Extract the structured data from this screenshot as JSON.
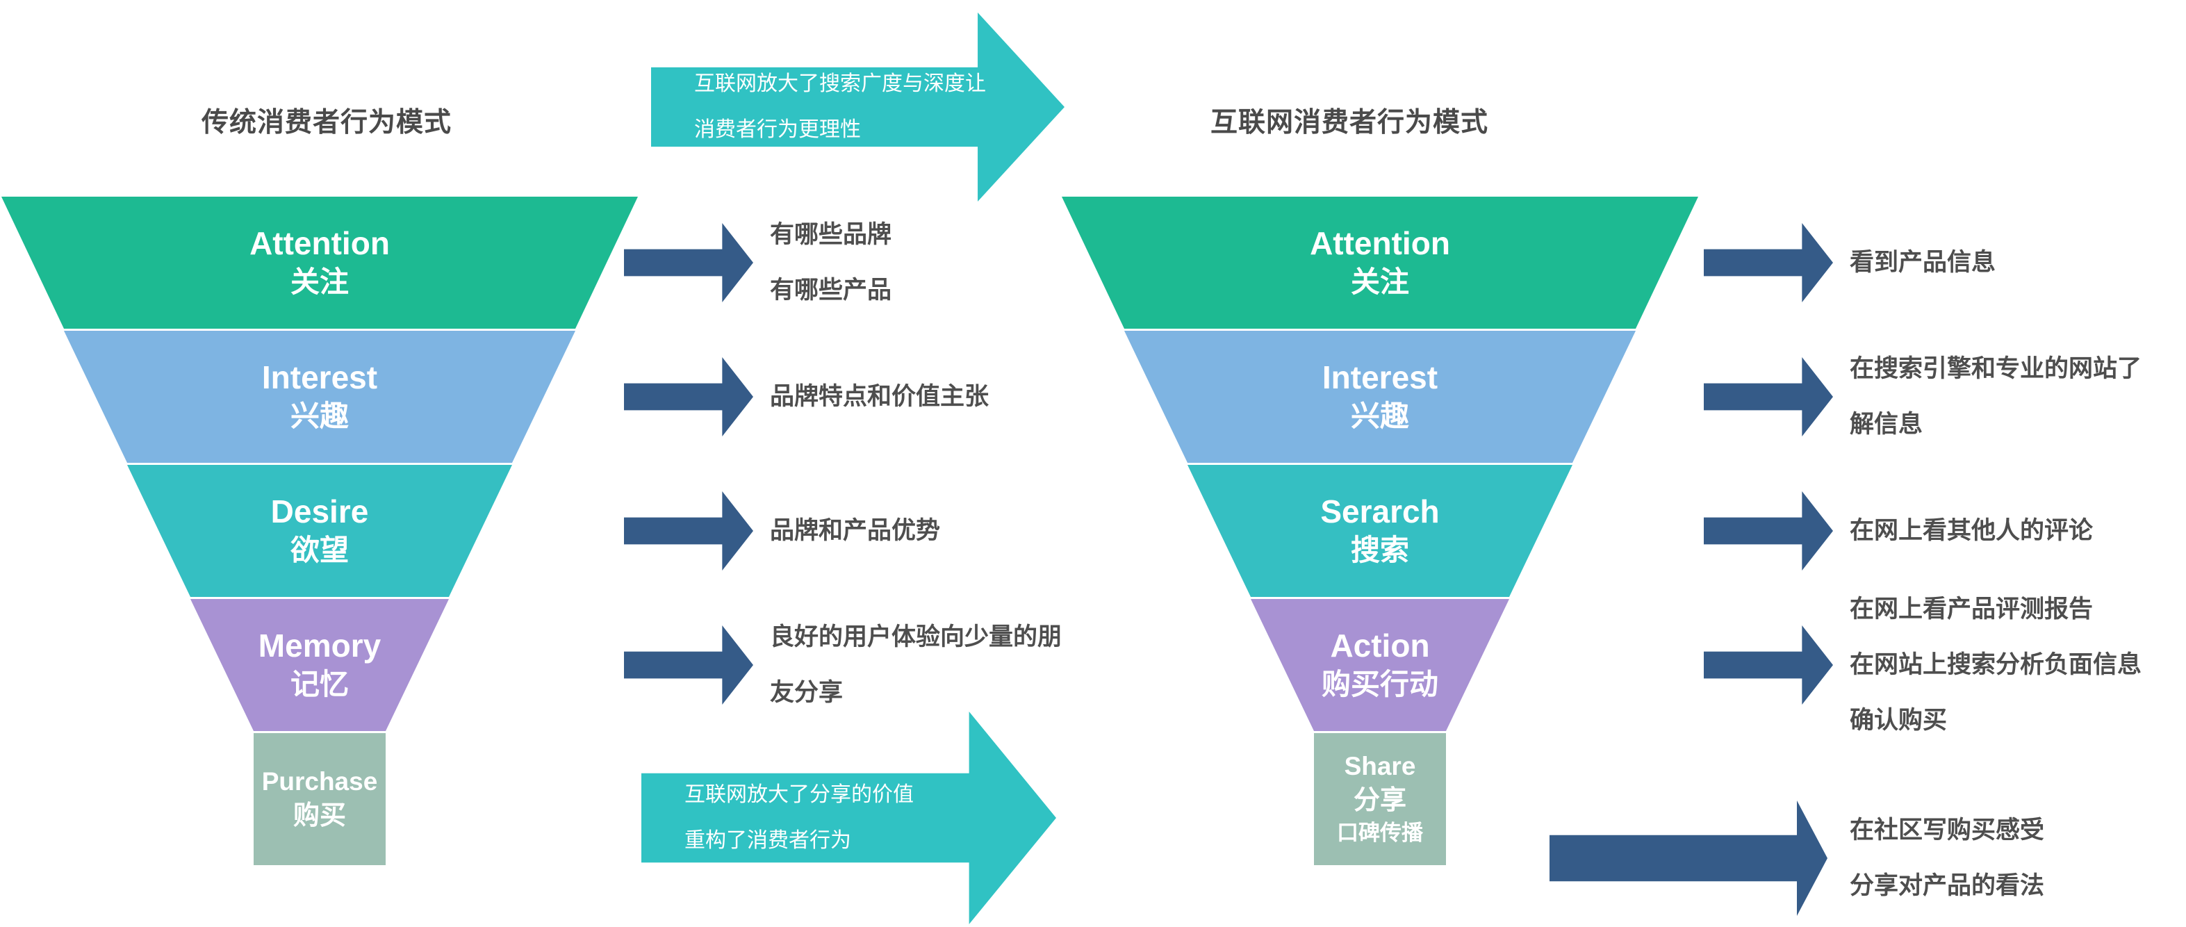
{
  "titles": {
    "left": "传统消费者行为模式",
    "right": "互联网消费者行为模式"
  },
  "top_arrow": {
    "lines": [
      "互联网放大了搜索广度与深度让",
      "消费者行为更理性"
    ]
  },
  "bottom_arrow": {
    "lines": [
      "互联网放大了分享的价值",
      "重构了消费者行为"
    ]
  },
  "left_funnel": {
    "layers": [
      {
        "en": "Attention",
        "zh": "关注",
        "color": "#1dba92"
      },
      {
        "en": "Interest",
        "zh": "兴趣",
        "color": "#7eb4e2"
      },
      {
        "en": "Desire",
        "zh": "欲望",
        "color": "#35bfc2"
      },
      {
        "en": "Memory",
        "zh": "记忆",
        "color": "#a892d3"
      },
      {
        "en": "Purchase",
        "zh": "购买",
        "color": "#9cbfb2"
      }
    ]
  },
  "right_funnel": {
    "layers": [
      {
        "en": "Attention",
        "zh": "关注",
        "color": "#1dba92"
      },
      {
        "en": "Interest",
        "zh": "兴趣",
        "color": "#7eb4e2"
      },
      {
        "en": "Serarch",
        "zh": "搜索",
        "color": "#35bfc2"
      },
      {
        "en": "Action",
        "zh": "购买行动",
        "color": "#a892d3"
      },
      {
        "en": "Share",
        "zh": "分享",
        "zh2": "口碑传播",
        "color": "#9cbfb2"
      }
    ]
  },
  "left_annotations": [
    {
      "lines": [
        "有哪些品牌",
        "有哪些产品"
      ]
    },
    {
      "lines": [
        "品牌特点和价值主张"
      ]
    },
    {
      "lines": [
        "品牌和产品优势"
      ]
    },
    {
      "lines": [
        "良好的用户体验向少量的朋",
        "友分享"
      ]
    }
  ],
  "right_annotations": [
    {
      "lines": [
        "看到产品信息"
      ]
    },
    {
      "lines": [
        "在搜索引擎和专业的网站了",
        "解信息"
      ]
    },
    {
      "lines": [
        "在网上看其他人的评论"
      ]
    },
    {
      "lines": [
        "在网上看产品评测报告",
        "在网站上搜索分析负面信息",
        "确认购买"
      ]
    },
    {
      "lines": [
        "在社区写购买感受",
        "分享对产品的看法"
      ]
    }
  ],
  "colors": {
    "arrow_blue": "#355b88",
    "arrow_teal": "#30c2c3",
    "title_text": "#4a4a4a",
    "annotation_text": "#4e4e4e"
  }
}
